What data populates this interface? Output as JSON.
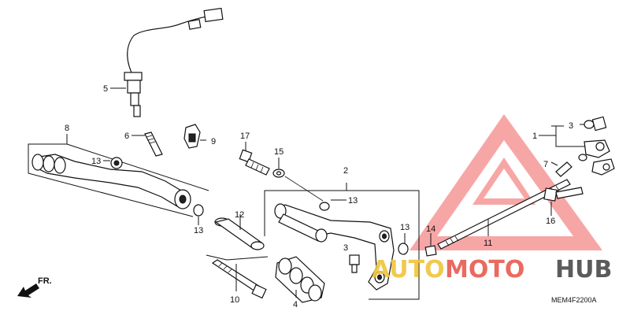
{
  "callouts": {
    "c1": "1",
    "c2": "2",
    "c3": "3",
    "c4": "4",
    "c5": "5",
    "c6": "6",
    "c7": "7",
    "c8": "8",
    "c9": "9",
    "c10": "10",
    "c11": "11",
    "c12": "12",
    "c13a": "13",
    "c13b": "13",
    "c13c": "13",
    "c13d": "13",
    "c14": "14",
    "c15": "15",
    "c16": "16",
    "c17": "17",
    "c3b": "3"
  },
  "front_arrow": "FR.",
  "diagram_code": "MEM4F2200A",
  "watermark": {
    "auto": "AUTO",
    "moto": "MOTO",
    "hub": "HUB",
    "colors": {
      "auto": "#f0c43a",
      "moto": "#e85a4f",
      "hub": "#4a4a4a",
      "triangle": "#ee3b3b"
    }
  }
}
